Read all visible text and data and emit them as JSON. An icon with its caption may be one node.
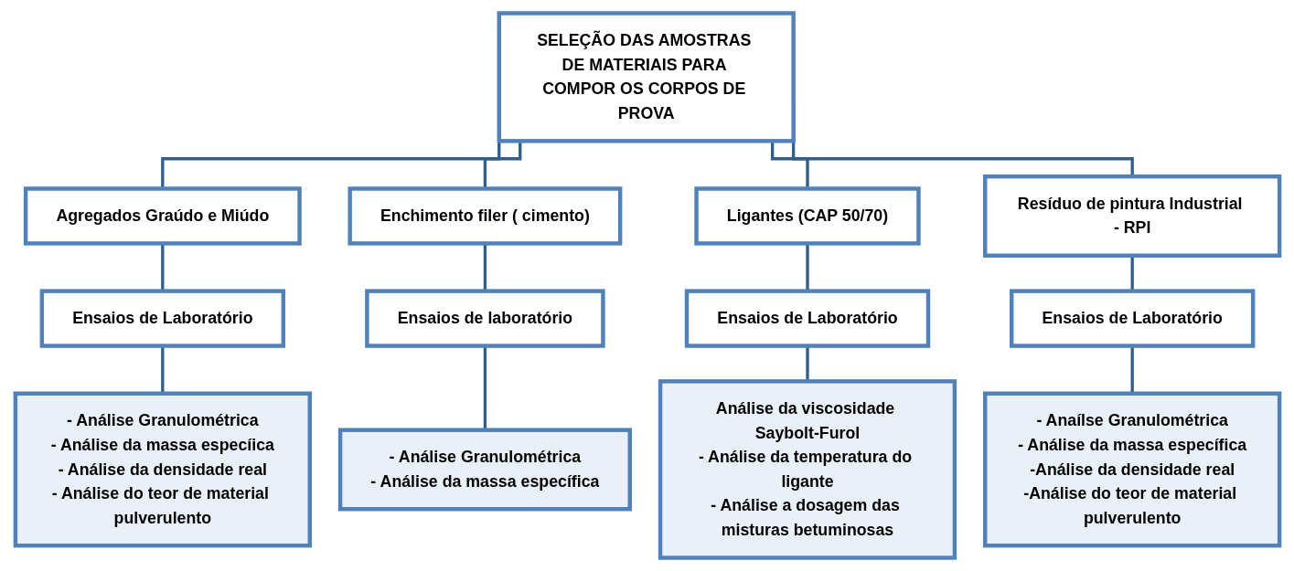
{
  "diagram": {
    "nodes": [
      {
        "text": [
          "SELEÇÃO DAS AMOSTRAS DE MATERIAIS PARA COMPOR OS CORPOS DE PROVA"
        ]
      },
      {
        "text": [
          "Agregados Graúdo e Miúdo"
        ]
      },
      {
        "text": [
          "Enchimento filer ( cimento)"
        ]
      },
      {
        "text": [
          "Ligantes (CAP 50/70)"
        ]
      },
      {
        "text": [
          "Resíduo de pintura Industrial - RPI"
        ]
      },
      {
        "text": [
          "Ensaios de Laboratório"
        ]
      },
      {
        "text": [
          "Ensaios de laboratório"
        ]
      },
      {
        "text": [
          "Ensaios de Laboratório"
        ]
      },
      {
        "text": [
          "Ensaios de Laboratório"
        ]
      },
      {
        "text": [
          "- Análise Granulométrica",
          "- Análise da massa especíica",
          "- Análise da densidade real",
          "- Análise do teor de material pulverulento"
        ]
      },
      {
        "text": [
          "- Análise Granulométrica",
          "- Análise da massa específica"
        ]
      },
      {
        "text": [
          "Análise da viscosidade Saybolt-Furol",
          "- Análise da temperatura do ligante",
          "- Análise a dosagem das misturas betuminosas"
        ]
      },
      {
        "text": [
          "- Anaílse Granulométrica",
          "- Análise da massa específica",
          "-Análise da densidade real",
          "-Análise do teor de material pulverulento"
        ]
      }
    ],
    "edges": [
      {
        "from": 0,
        "to": 1,
        "arrow": "none"
      },
      {
        "from": 0,
        "to": 2,
        "arrow": "none"
      },
      {
        "from": 0,
        "to": 3,
        "arrow": "none"
      },
      {
        "from": 0,
        "to": 4,
        "arrow": "none"
      },
      {
        "from": 1,
        "to": 5,
        "arrow": "none"
      },
      {
        "from": 2,
        "to": 6,
        "arrow": "none"
      },
      {
        "from": 3,
        "to": 7,
        "arrow": "none"
      },
      {
        "from": 4,
        "to": 8,
        "arrow": "none"
      },
      {
        "from": 5,
        "to": 9,
        "arrow": "none"
      },
      {
        "from": 6,
        "to": 10,
        "arrow": "none"
      },
      {
        "from": 7,
        "to": 11,
        "arrow": "none"
      },
      {
        "from": 8,
        "to": 12,
        "arrow": "none"
      }
    ]
  }
}
